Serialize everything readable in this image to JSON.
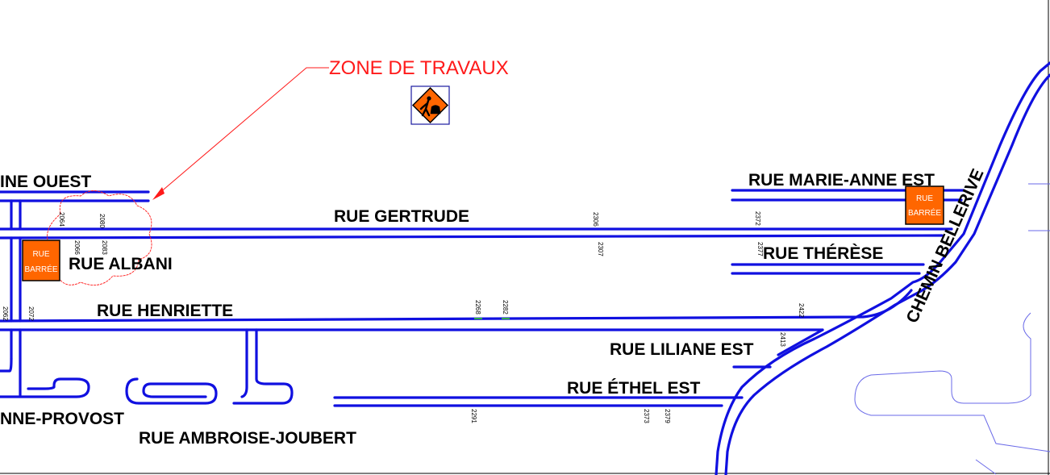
{
  "map": {
    "annotation_label": "ZONE DE TRAVAUX",
    "streets": {
      "marie_anne_ouest": "INE OUEST",
      "gertrude": "RUE  GERTRUDE",
      "albani": "RUE ALBANI",
      "henriette": "RUE HENRIETTE",
      "marie_anne_est": "RUE  MARIE-ANNE EST",
      "therese": "RUE  THÉRÈSE",
      "liliane": "RUE LILIANE EST",
      "ethel": "RUE ÉTHEL EST",
      "provost": "NNE-PROVOST",
      "ambroise": "RUE AMBROISE-JOUBERT",
      "bellerive": "CHEMIN BELLERIVE"
    },
    "signs": {
      "line1": "RUE",
      "line2": "BARRÉE"
    },
    "address_numbers": [
      "2064",
      "2080",
      "2066",
      "2083",
      "2062",
      "2072",
      "2306",
      "2307",
      "2372",
      "2377",
      "2268",
      "2282",
      "2422",
      "2413",
      "2291",
      "2373",
      "2379"
    ],
    "colors": {
      "road": "#1010e0",
      "annotation": "#ff1a1a",
      "sign_orange": "#ff6600"
    },
    "icons": [
      "roadwork-sign-icon",
      "road-closed-sign-icon"
    ]
  }
}
